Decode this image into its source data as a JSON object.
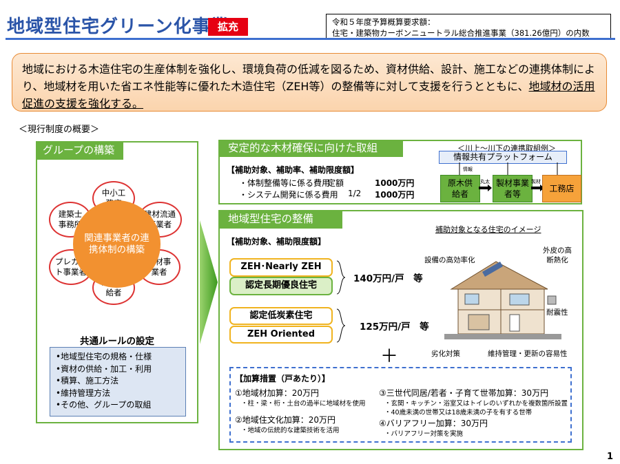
{
  "header": {
    "title": "地域型住宅グリーン化事業",
    "badge": "拡充",
    "budget_line1": "令和５年度予算概算要求額：",
    "budget_line2": "住宅・建築物カーボンニュートラル総合推進事業（381.26億円）の内数"
  },
  "intro": {
    "text_part1": "地域における木造住宅の生産体制を強化し、環境負荷の低減を図るため、資材供給、設計、施工などの連携体制により、地域材を用いた省エネ性能等に優れた木造住宅（ZEH等）の整備等に対して支援を行うとともに、",
    "text_part2": "地域材の活用促進の支援を強化する。"
  },
  "current_label": "＜現行制度の概要＞",
  "group": {
    "title": "グループの構築",
    "center": "関連事業者の連携体制の構築",
    "members": [
      "中小工務店",
      "建材流通事業者",
      "製材事業者",
      "原木供給者",
      "プレカット事業者",
      "建築士事務所"
    ],
    "rules_title": "共通ルールの設定",
    "rules": [
      "•地域型住宅の規格・仕様",
      "•資材の供給・加工・利用",
      "•積算、施工方法",
      "•維持管理方法",
      "•その他、グループの取組"
    ]
  },
  "wood": {
    "title": "安定的な木材確保に向けた取組",
    "subtitle": "【補助対象、補助率、補助限度額】",
    "rows": [
      {
        "label": "・体制整備等に係る費用",
        "rate": "定額",
        "amount": "1000万円"
      },
      {
        "label": "・システム開発に係る費用",
        "rate": "1/2",
        "amount": "1000万円"
      }
    ],
    "flow_title": "＜川上～川下の連携取組例＞",
    "platform": "情報共有プラットフォーム",
    "info_label": "情報",
    "logs_label": "丸太",
    "lumber_label": "製材",
    "box1": "原木供給者",
    "box2": "製材事業者等",
    "box3": "工務店"
  },
  "house": {
    "title": "地域型住宅の整備",
    "subtitle": "【補助対象、補助限度額】",
    "pill1": "ZEH･Nearly ZEH",
    "pill2": "認定長期優良住宅",
    "pill3": "認定低炭素住宅",
    "pill4": "ZEH Oriented",
    "amount1": "140万円/戸　等",
    "amount2": "125万円/戸　等",
    "plus": "＋",
    "image_title": "補助対象となる住宅のイメージ",
    "labels": {
      "equipment": "設備の高効率化",
      "insulation": "外皮の高断熱化",
      "seismic": "耐震性",
      "deterioration": "劣化対策",
      "maintenance": "維持管理・更新の容易性"
    }
  },
  "addons": {
    "title": "【加算措置（戸あたり）】",
    "items": [
      {
        "head": "①地域材加算：20万円",
        "note1": "・柱・梁・桁・土台の過半に地域材を使用",
        "note2": ""
      },
      {
        "head": "②地域住文化加算：20万円",
        "note1": "・地域の伝統的な建築技術を活用",
        "note2": ""
      },
      {
        "head": "③三世代同居/若者・子育て世帯加算：30万円",
        "note1": "・玄関・キッチン・浴室又はトイレのいずれかを複数箇所設置",
        "note2": "・40歳未満の世帯又は18歳未満の子を有する世帯"
      },
      {
        "head": "④バリアフリー加算：30万円",
        "note1": "・バリアフリー対策を実施",
        "note2": ""
      }
    ]
  },
  "page_number": "1",
  "colors": {
    "title_blue": "#2a54a8",
    "green": "#6bb23f",
    "red": "#e60012",
    "orange": "#f29130"
  }
}
